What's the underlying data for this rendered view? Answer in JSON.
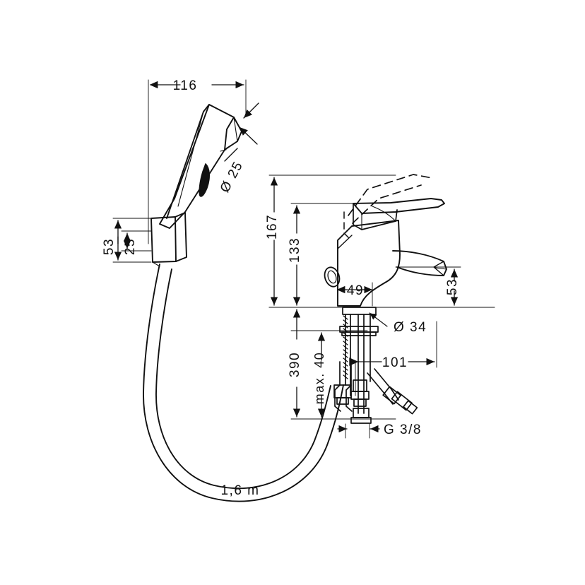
{
  "drawing": {
    "title": "Hansgrohe basin mixer with bidette hand shower - technical dimension drawing",
    "type": "technical-line-drawing",
    "units": "mm (unless noted)",
    "line_color": "#000000",
    "background_color": "#ffffff"
  },
  "dimensions": {
    "shower_width": "116",
    "shower_diameter": "Ø 25",
    "holder_height": "53",
    "holder_inner": "25",
    "mixer_total_height": "167",
    "mixer_body_height": "133",
    "spout_projection": "49",
    "spout_height": "53",
    "shank_diameter": "Ø 34",
    "below_deck_length": "390",
    "max_thickness": "max. 40",
    "connector_spread": "101",
    "thread_size": "G 3/8",
    "hose_length": "1,6 m"
  },
  "labels": [
    {
      "id": "d116",
      "text": "116",
      "kind": "horizontal-dimension"
    },
    {
      "id": "d25d",
      "text": "Ø 25",
      "kind": "diameter-dimension"
    },
    {
      "id": "d53l",
      "text": "53",
      "kind": "vertical-dimension"
    },
    {
      "id": "d25",
      "text": "25",
      "kind": "vertical-dimension"
    },
    {
      "id": "d167",
      "text": "167",
      "kind": "vertical-dimension"
    },
    {
      "id": "d133",
      "text": "133",
      "kind": "vertical-dimension"
    },
    {
      "id": "d49",
      "text": "49",
      "kind": "horizontal-dimension"
    },
    {
      "id": "d53r",
      "text": "53",
      "kind": "vertical-dimension"
    },
    {
      "id": "d34",
      "text": "Ø 34",
      "kind": "leader-label"
    },
    {
      "id": "d390",
      "text": "390",
      "kind": "vertical-dimension"
    },
    {
      "id": "dmax40",
      "text": "max. 40",
      "kind": "vertical-dimension"
    },
    {
      "id": "d101",
      "text": "101",
      "kind": "horizontal-dimension"
    },
    {
      "id": "dg38",
      "text": "G 3/8",
      "kind": "thread-label"
    },
    {
      "id": "dhose",
      "text": "1,6 m",
      "kind": "length-label"
    }
  ],
  "parts": [
    {
      "name": "hand-shower-head",
      "description": "angled bidette spray handle, top-left"
    },
    {
      "name": "shower-wall-holder",
      "description": "wedge shaped wall bracket below shower"
    },
    {
      "name": "flexible-hose",
      "description": "1,6 m hose looping down and to the right"
    },
    {
      "name": "basin-mixer-body",
      "description": "single lever basin mixer, right"
    },
    {
      "name": "lever-handle",
      "description": "solid lever plus dashed raised position"
    },
    {
      "name": "spout",
      "description": "horizontal outlet spout"
    },
    {
      "name": "pull-rod-ring",
      "description": "small oval waste pull-rod loop"
    },
    {
      "name": "threaded-shank",
      "description": "Ø 34 mounting shank below deck"
    },
    {
      "name": "mounting-flange",
      "description": "washer / flange plate"
    },
    {
      "name": "supply-hoses",
      "description": "two flexible supply hoses with G 3/8 fittings"
    },
    {
      "name": "deck-line",
      "description": "horizontal mounting surface reference line"
    }
  ]
}
